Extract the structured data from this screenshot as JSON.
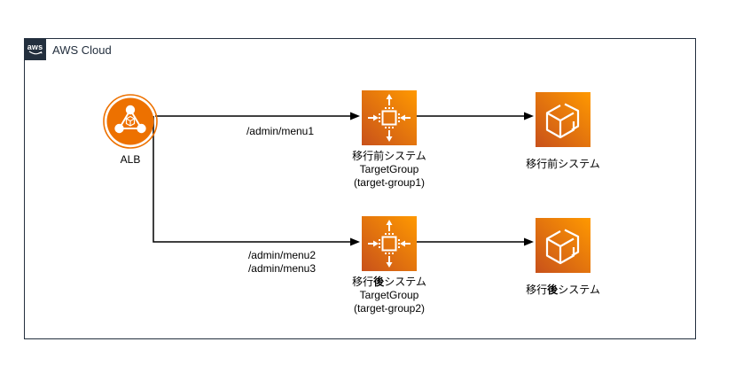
{
  "group": {
    "logo_text": "aws",
    "title": "AWS Cloud"
  },
  "nodes": {
    "alb": {
      "label": "ALB"
    },
    "target_group1": {
      "line1": "移行前システム",
      "line2": "TargetGroup",
      "line3": "(target-group1)"
    },
    "target_group2": {
      "line1_pre": "移行",
      "line1_bold": "後",
      "line1_post": "システム",
      "line2": "TargetGroup",
      "line3": "(target-group2)"
    },
    "system_before": {
      "label": "移行前システム"
    },
    "system_after": {
      "label_pre": "移行",
      "label_bold": "後",
      "label_post": "システム"
    }
  },
  "edges": {
    "route1": {
      "label": "/admin/menu1"
    },
    "route2": {
      "label_line1": "/admin/menu2",
      "label_line2": "/admin/menu3"
    }
  },
  "colors": {
    "frame": "#232F3E",
    "alb_orange": "#ED7100",
    "icon_gradient_start": "#C8511B",
    "icon_gradient_end": "#FF9900",
    "line": "#000000",
    "background": "#FFFFFF"
  }
}
